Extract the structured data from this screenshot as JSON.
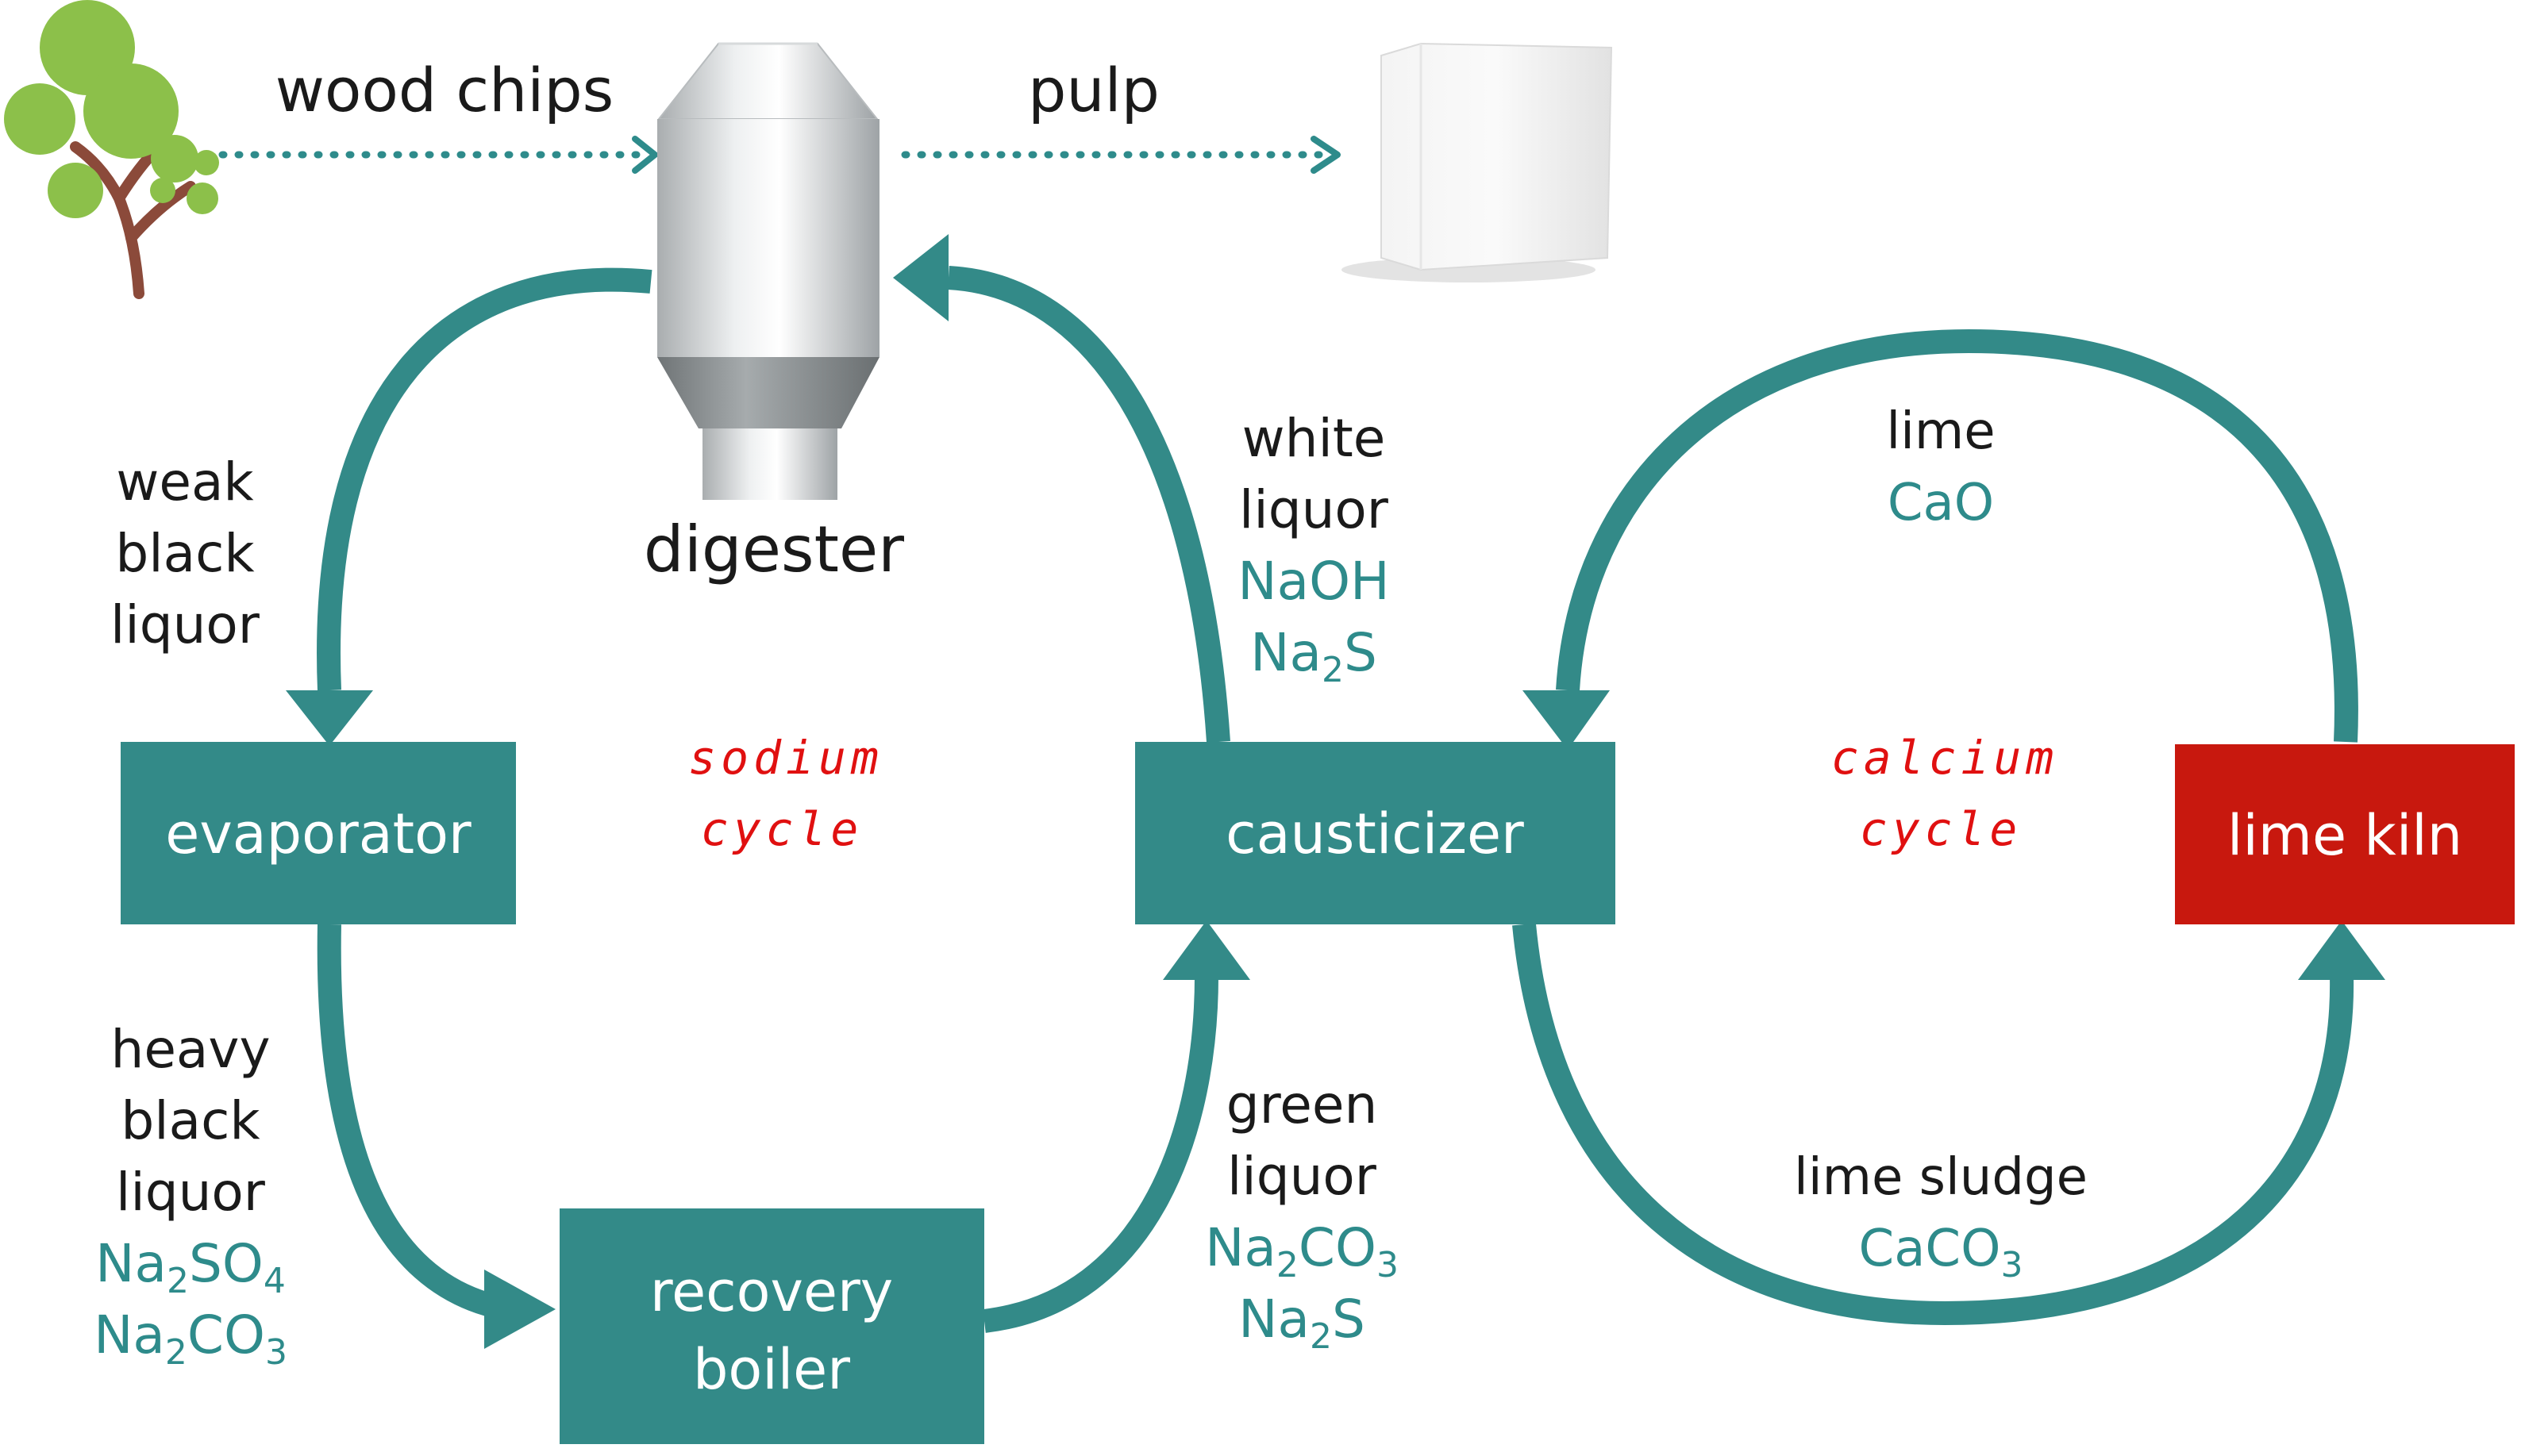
{
  "colors": {
    "teal": "#338a88",
    "red": "#c8180e",
    "chem_text": "#2e8b8b",
    "hand_text": "#e01010"
  },
  "flow": {
    "wood_chips": "wood chips",
    "pulp": "pulp"
  },
  "digester": {
    "label": "digester"
  },
  "labels": {
    "weak_black_liquor": [
      "weak",
      "black",
      "liquor"
    ],
    "heavy_black_liquor": [
      "heavy",
      "black",
      "liquor"
    ],
    "white_liquor": [
      "white",
      "liquor"
    ],
    "green_liquor": [
      "green",
      "liquor"
    ],
    "lime": "lime",
    "lime_sludge": "lime sludge"
  },
  "chemicals": {
    "heavy_1": {
      "base": "Na",
      "s1": "2",
      "mid": "SO",
      "s2": "4"
    },
    "heavy_2": {
      "base": "Na",
      "s1": "2",
      "mid": "CO",
      "s2": "3"
    },
    "white_1": "NaOH",
    "white_2": {
      "base": "Na",
      "s1": "2",
      "mid": "S"
    },
    "green_1": {
      "base": "Na",
      "s1": "2",
      "mid": "CO",
      "s2": "3"
    },
    "green_2": {
      "base": "Na",
      "s1": "2",
      "mid": "S"
    },
    "lime": "CaO",
    "lime_sludge": {
      "base": "CaCO",
      "s1": "3"
    }
  },
  "boxes": {
    "evaporator": "evaporator",
    "recovery_boiler": [
      "recovery",
      "boiler"
    ],
    "causticizer": "causticizer",
    "lime_kiln": "lime kiln"
  },
  "cycles": {
    "sodium": [
      "sodium",
      "cycle"
    ],
    "calcium": [
      "calcium",
      "cycle"
    ]
  },
  "icons": [
    "tree-icon",
    "digester-icon",
    "paper-stack-icon"
  ]
}
